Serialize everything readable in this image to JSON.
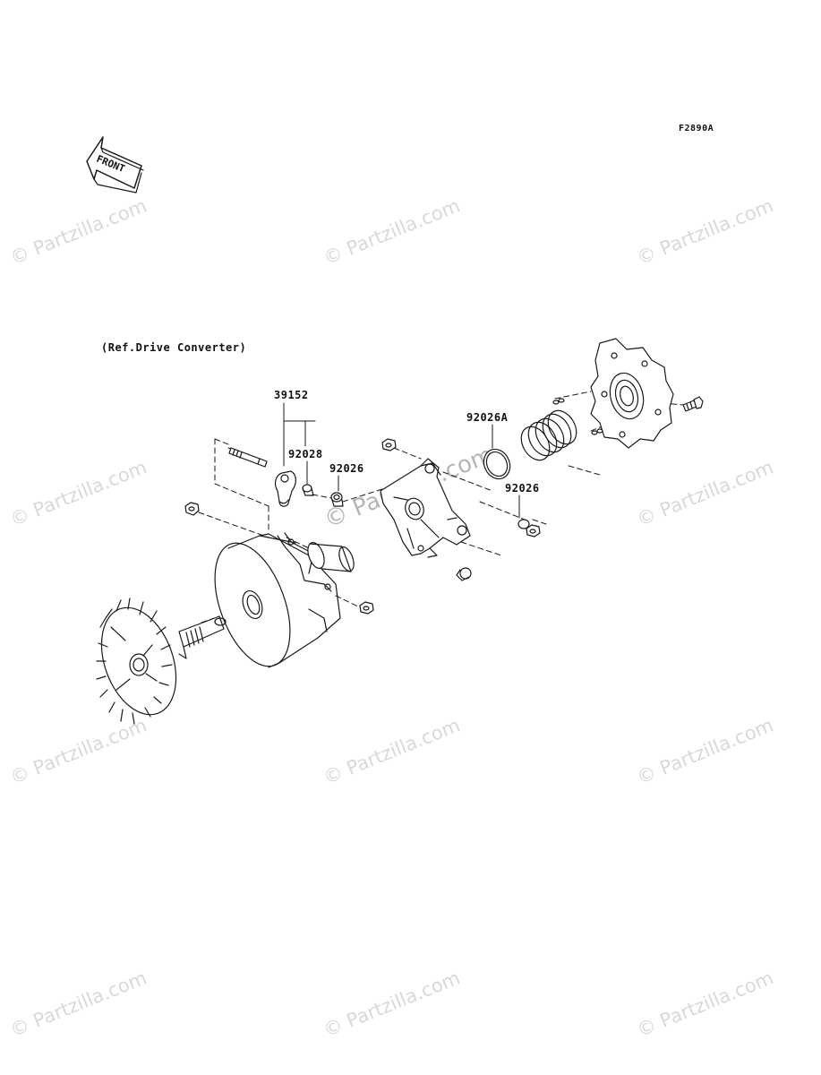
{
  "diagram": {
    "figure_code": "F2890A",
    "reference_note": "(Ref.Drive Converter)",
    "front_arrow_text": "FRONT",
    "part_labels": {
      "p39152": "39152",
      "p92028": "92028",
      "p92026_a": "92026",
      "p92026A": "92026A",
      "p92026_b": "92026"
    },
    "watermark_text": "© Partzilla.com",
    "colors": {
      "line": "#1a1a1a",
      "watermark": "#d9d9d9"
    }
  }
}
